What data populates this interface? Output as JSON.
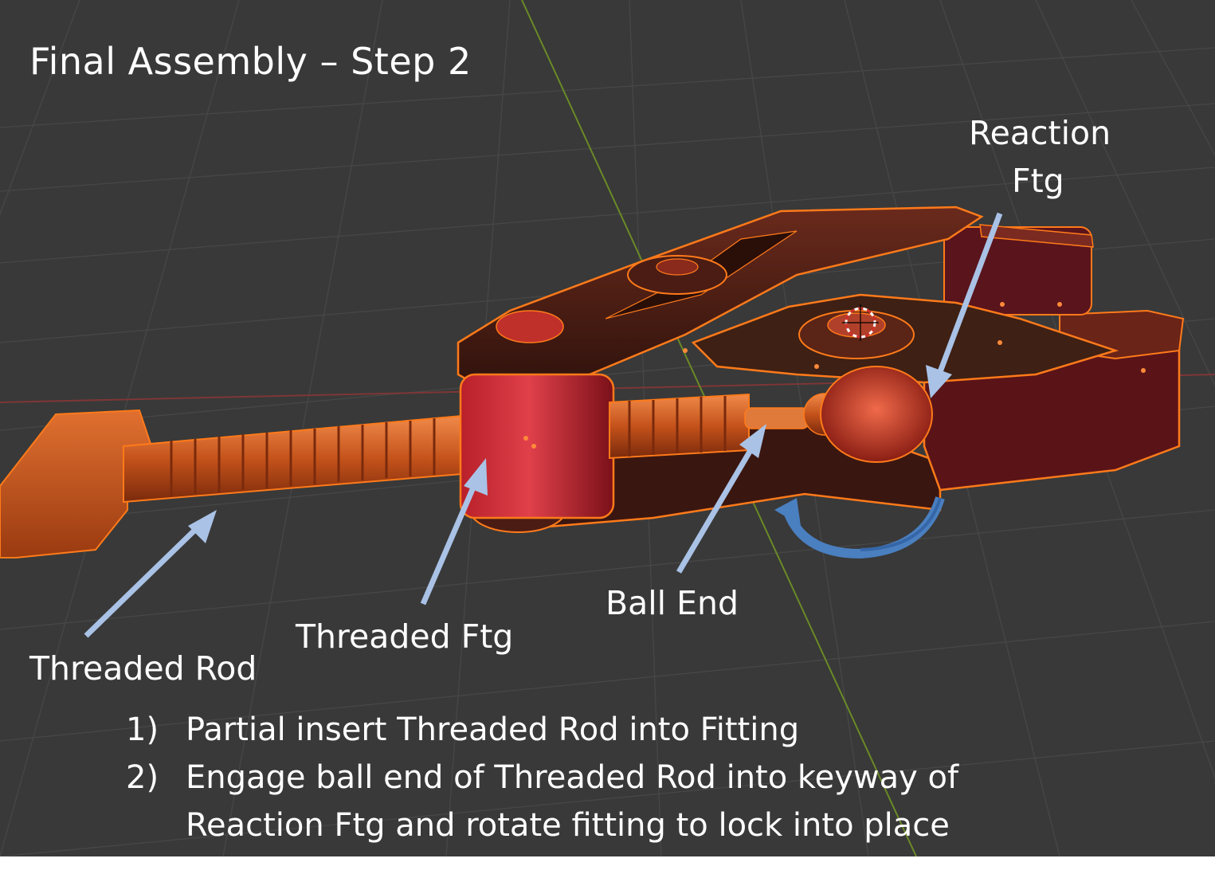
{
  "slide": {
    "title": "Final Assembly – Step 2"
  },
  "labels": {
    "reaction_line1": "Reaction",
    "reaction_line2": "Ftg",
    "ball_end": "Ball End",
    "threaded_ftg": "Threaded Ftg",
    "threaded_rod": "Threaded Rod"
  },
  "steps": [
    {
      "number": "1)",
      "lines": [
        "Partial insert Threaded Rod into Fitting"
      ]
    },
    {
      "number": "2)",
      "lines": [
        "Engage ball end of Threaded Rod into keyway of",
        "Reaction Ftg and rotate fitting to lock into place"
      ]
    }
  ],
  "colors": {
    "viewport_bg": "#393939",
    "grid": "#4a4a4a",
    "axis_x": "#8a3a3a",
    "axis_y": "#6f8a2a",
    "part_orange": "#c4521a",
    "part_dark": "#4a1c14",
    "outline": "#ff7a1a",
    "callout_arrow": "#a9c2e6",
    "rotate_arrow": "#4a7fc0"
  },
  "icons": {
    "callout": "arrow-icon",
    "rotation": "rotate-arrow-icon",
    "cursor": "3d-cursor-icon"
  }
}
